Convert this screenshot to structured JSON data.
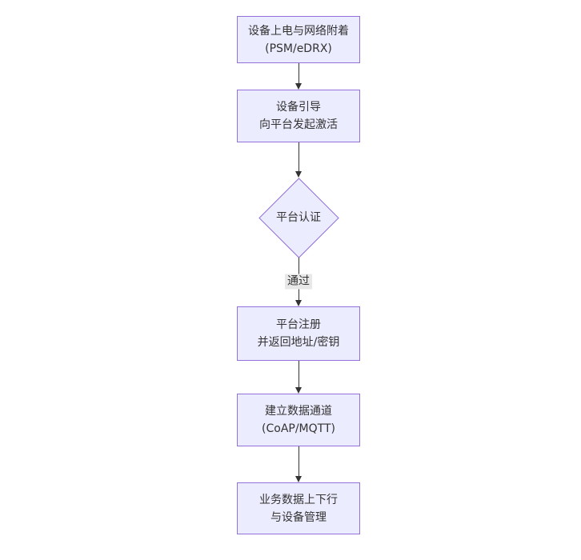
{
  "diagram": {
    "type": "flowchart",
    "direction": "top-down",
    "nodes": [
      {
        "id": "A",
        "shape": "rect",
        "lines": [
          "设备上电与网络附着",
          "(PSM/eDRX)"
        ]
      },
      {
        "id": "B",
        "shape": "rect",
        "lines": [
          "设备引导",
          "向平台发起激活"
        ]
      },
      {
        "id": "C",
        "shape": "diamond",
        "lines": [
          "平台认证"
        ]
      },
      {
        "id": "D",
        "shape": "rect",
        "lines": [
          "平台注册",
          "并返回地址/密钥"
        ]
      },
      {
        "id": "E",
        "shape": "rect",
        "lines": [
          "建立数据通道",
          "(CoAP/MQTT)"
        ]
      },
      {
        "id": "F",
        "shape": "rect",
        "lines": [
          "业务数据上下行",
          "与设备管理"
        ]
      }
    ],
    "edges": [
      {
        "from": "A",
        "to": "B",
        "label": ""
      },
      {
        "from": "B",
        "to": "C",
        "label": ""
      },
      {
        "from": "C",
        "to": "D",
        "label": "通过"
      },
      {
        "from": "D",
        "to": "E",
        "label": ""
      },
      {
        "from": "E",
        "to": "F",
        "label": ""
      }
    ],
    "colors": {
      "background": "#ffffff",
      "node_fill": "#ECECFF",
      "node_border": "#9370DB",
      "text": "#333333",
      "arrow": "#333333",
      "edge_label_bg": "#e8e8e8"
    }
  }
}
